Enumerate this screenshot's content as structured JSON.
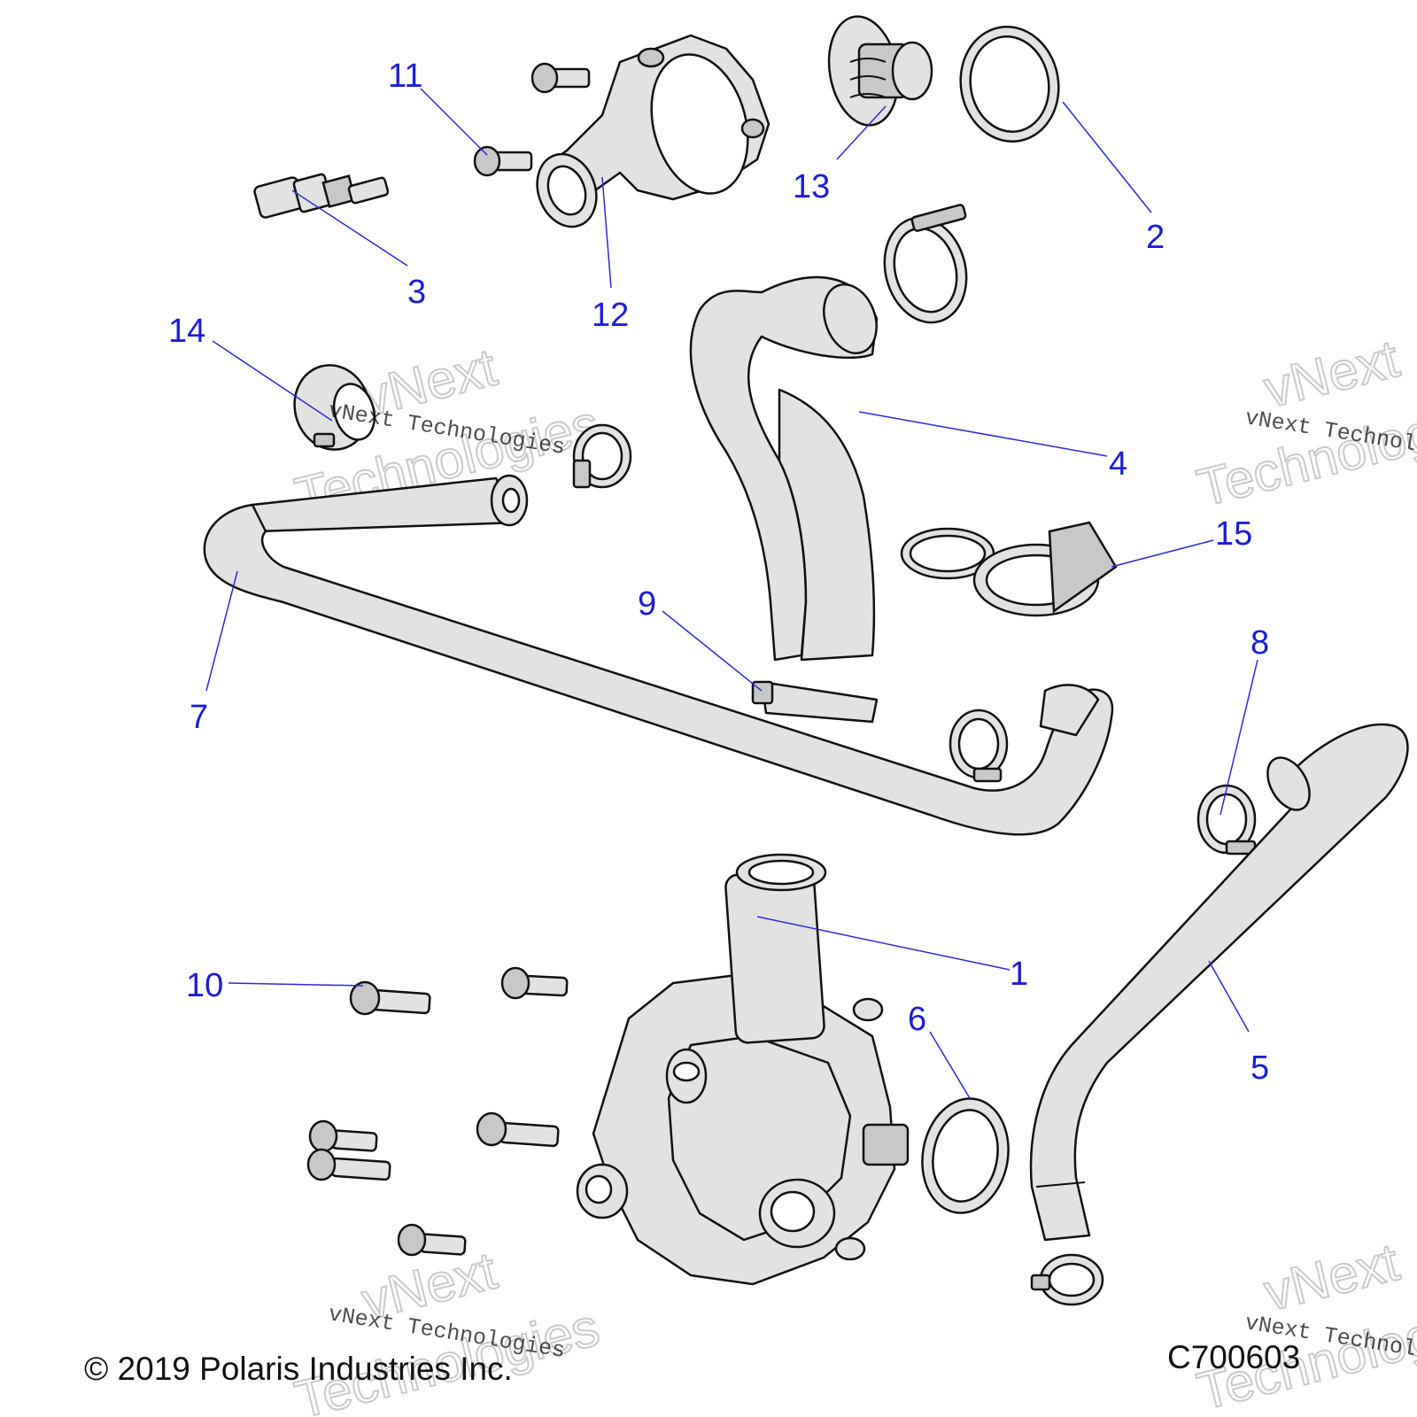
{
  "callouts": [
    "1",
    "2",
    "3",
    "4",
    "5",
    "6",
    "7",
    "8",
    "9",
    "10",
    "11",
    "12",
    "13",
    "14",
    "15"
  ],
  "footer": {
    "copyright": "© 2019 Polaris Industries Inc.",
    "figure_code": "C700603"
  },
  "watermark": {
    "line_small": "vNext Technologies",
    "big_1": "vNext",
    "big_2": "Technologies"
  }
}
